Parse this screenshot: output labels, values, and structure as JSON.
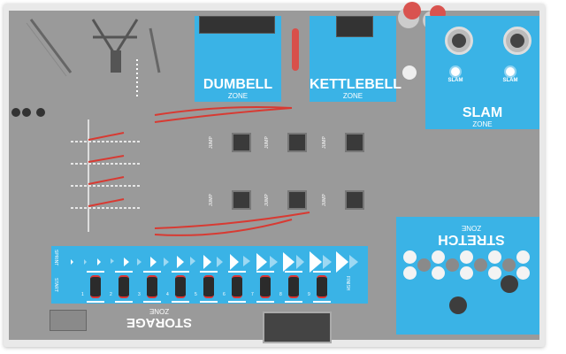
{
  "zones": {
    "dumbell": {
      "title": "DUMBELL",
      "sub": "ZONE"
    },
    "kettlebell": {
      "title": "KETTLEBELL",
      "sub": "ZONE"
    },
    "slam": {
      "title": "SLAM",
      "sub": "ZONE",
      "targets": [
        "SLAM",
        "SLAM"
      ]
    },
    "stretch": {
      "title": "STRETCH",
      "sub": "ZONE"
    },
    "storage": {
      "title": "STORAGE",
      "sub": "ZONE"
    }
  },
  "sprint": {
    "label": "SPRINT",
    "start": "START",
    "finish": "FINISH",
    "lanes": [
      "1",
      "2",
      "3",
      "4",
      "5",
      "6",
      "7",
      "8",
      "9"
    ]
  },
  "plyo": {
    "label": "JUMP",
    "count": 6
  },
  "colors": {
    "zone_blue": "#3ab3e6",
    "floor": "#9a9a9a",
    "rope_red": "#d83a32"
  }
}
